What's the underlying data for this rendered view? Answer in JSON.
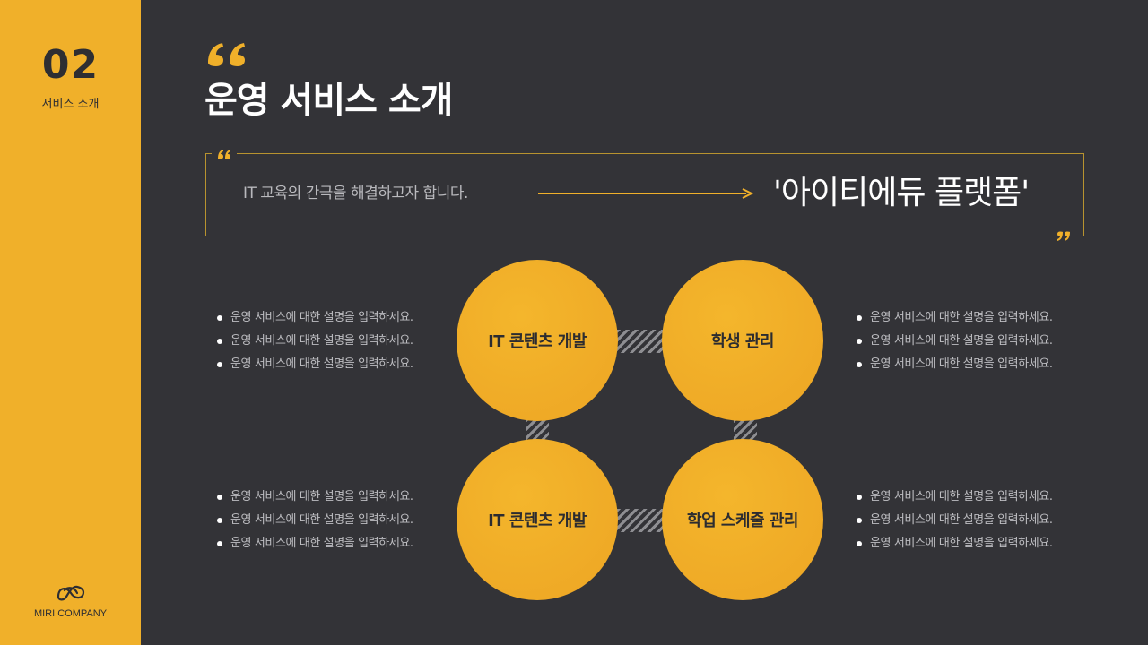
{
  "sidebar": {
    "section_number": "02",
    "section_label": "서비스 소개",
    "company": "MIRI COMPANY",
    "logo_icon": "infinity-logo-icon"
  },
  "header": {
    "title": "운영 서비스 소개",
    "quote_icon": "quote-icon"
  },
  "quote_box": {
    "text": "IT 교육의 간극을 해결하고자 합니다.",
    "highlight": "'아이티에듀 플랫폼'"
  },
  "services": [
    {
      "label": "IT 콘텐츠 개발",
      "bullets": [
        "운영 서비스에 대한 설명을 입력하세요.",
        "운영 서비스에 대한 설명을 입력하세요.",
        "운영 서비스에 대한 설명을 입력하세요."
      ]
    },
    {
      "label": "학생 관리",
      "bullets": [
        "운영 서비스에 대한 설명을 입력하세요.",
        "운영 서비스에 대한 설명을 입력하세요.",
        "운영 서비스에 대한 설명을 입력하세요."
      ]
    },
    {
      "label": "IT 콘텐츠 개발",
      "bullets": [
        "운영 서비스에 대한 설명을 입력하세요.",
        "운영 서비스에 대한 설명을 입력하세요.",
        "운영 서비스에 대한 설명을 입력하세요."
      ]
    },
    {
      "label": "학업 스케줄 관리",
      "bullets": [
        "운영 서비스에 대한 설명을 입력하세요.",
        "운영 서비스에 대한 설명을 입력하세요.",
        "운영 서비스에 대한 설명을 입력하세요."
      ]
    }
  ],
  "colors": {
    "accent": "#F0B02A",
    "background": "#333337",
    "circle": "#F2AE28",
    "text_light": "#FFFFFF",
    "text_muted": "#BDBDC1"
  }
}
